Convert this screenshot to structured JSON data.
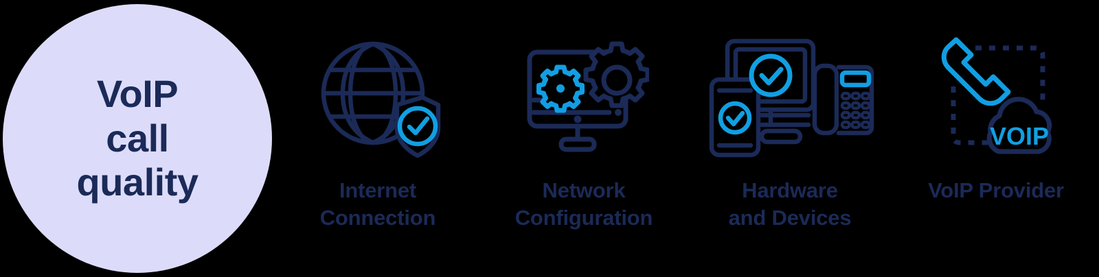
{
  "theme": {
    "background": "#000000",
    "circle_fill": "#dcdcfa",
    "navy": "#1b2a57",
    "cyan": "#119fe3",
    "text_navy": "#1b2a57"
  },
  "hero": {
    "lines": [
      "VoIP",
      "call",
      "quality"
    ],
    "full_text": "VoIP call quality"
  },
  "pillars": [
    {
      "id": "internet-connection",
      "label": "Internet\nConnection",
      "icon": "globe-shield-check-icon",
      "icon_parts": [
        "globe",
        "shield",
        "check-circle"
      ]
    },
    {
      "id": "network-configuration",
      "label": "Network\nConfiguration",
      "icon": "monitor-gears-icon",
      "icon_parts": [
        "desktop-monitor",
        "gear-large",
        "gear-small"
      ]
    },
    {
      "id": "hardware-and-devices",
      "label": "Hardware\nand Devices",
      "icon": "devices-check-icon",
      "icon_parts": [
        "desktop-monitor",
        "smartphone",
        "desk-phone",
        "check-circle"
      ]
    },
    {
      "id": "voip-provider",
      "label": "VoIP Provider",
      "icon": "handset-cloud-voip-icon",
      "icon_parts": [
        "phone-handset",
        "dashed-connector",
        "cloud"
      ],
      "cloud_text": "VOIP"
    }
  ]
}
